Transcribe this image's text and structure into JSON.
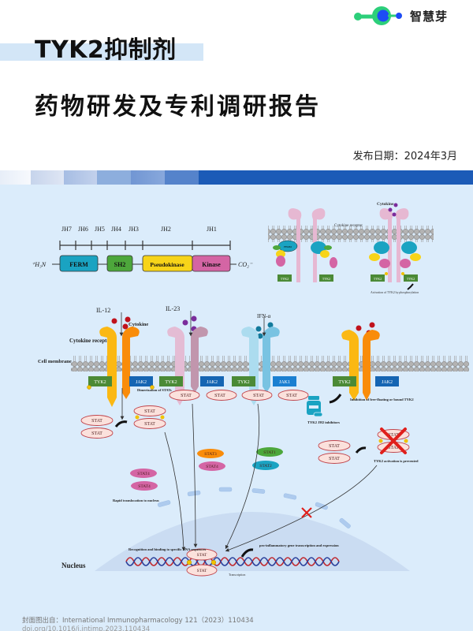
{
  "brand": {
    "name": "智慧芽",
    "logo_icon": "dna-dot-logo-icon",
    "colors": {
      "green": "#2ccf7a",
      "blue": "#1d4cf5"
    }
  },
  "cover": {
    "title_line1": "TYK2抑制剂",
    "title_line2": "药物研发及专利调研报告",
    "publish_date": "发布日期：2024年3月",
    "accent_color": "#1c5bb7",
    "highlight_color": "#d3e6f7"
  },
  "figure": {
    "domain_map": {
      "jh_labels": [
        "JH7",
        "JH6",
        "JH5",
        "JH4",
        "JH3",
        "JH2",
        "JH1"
      ],
      "n_terminus": "⁺H₃N",
      "c_terminus": "CO₂⁻",
      "domains": [
        {
          "label": "FERM",
          "color": "#1aa3c2"
        },
        {
          "label": "SH2",
          "color": "#4da73b"
        },
        {
          "label": "Pseudokinase",
          "color": "#f7d419"
        },
        {
          "label": "Kinase",
          "color": "#d465a4"
        }
      ]
    },
    "activation_panel": {
      "receptor_label": "Cytokine receptor",
      "cytokine_label": "Cytokine",
      "domain_labels": [
        "FERM",
        "SH2",
        "JH2",
        "JH1"
      ],
      "tyk2_label": "TYK2",
      "activation_label": "Activation of TYK2 by phosphorylation"
    },
    "pathways": {
      "il12": "IL-12",
      "il23": "IL-23",
      "ifn": "IFN-α",
      "cytokine": "Cytokine",
      "cytokine_receptor": "Cytokine receptor",
      "cell_membrane": "Cell membrane",
      "kinases": [
        "TYK2",
        "JAK2",
        "TYK2",
        "JAK2",
        "TYK2",
        "JAK1",
        "TYK2",
        "JAK2"
      ],
      "stat": "STAT",
      "dimerization": "Dimerization of STATs",
      "rapid_translocation": "Rapid translocation to nucleus",
      "stat_variants": [
        "STAT4",
        "STAT4",
        "STAT3",
        "STAT4",
        "STAT1",
        "STAT2"
      ],
      "inhibitor_label": "TYK2 JH2 inhibitors",
      "inhibition_label": "Inhibition of free-floating or bound TYK2",
      "prevented_label": "TYK2 activation is prevented",
      "nucleus": "Nucleus",
      "recognition": "Recognition and binding to specific DNA sequences",
      "pro_inflammatory": "pro-inflammatory gene transcription and expression",
      "transcription": "Transcription",
      "phospho": "P"
    }
  },
  "caption": {
    "source": "封面图出自：International Immunopharmacology 121（2023）110434",
    "doi": "doi.org/10.1016/j.intimp.2023.110434"
  }
}
